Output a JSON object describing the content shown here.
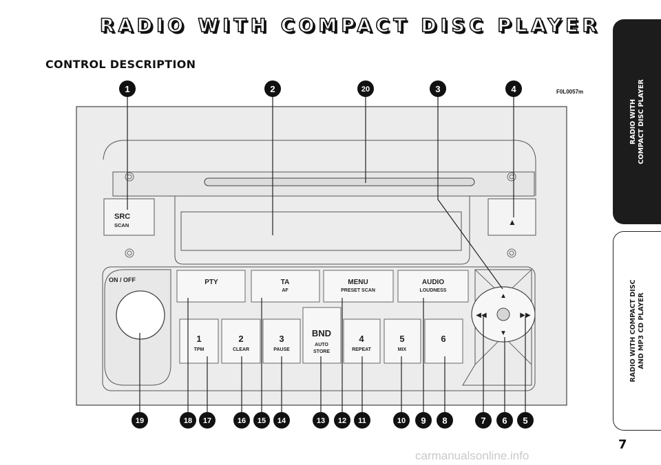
{
  "page": {
    "title": "RADIO WITH COMPACT DISC PLAYER",
    "section_heading": "CONTROL DESCRIPTION",
    "figure_code": "F0L0057m",
    "page_number": "7",
    "watermark": "carmanualsonline.info"
  },
  "side_tabs": [
    {
      "label": "RADIO WITH\nCOMPACT DISC PLAYER",
      "active": true
    },
    {
      "label": "RADIO WITH COMPACT DISC\nAND MP3 CD PLAYER",
      "active": false
    }
  ],
  "controls": {
    "src": {
      "main": "SRC",
      "sub": "SCAN"
    },
    "eject_symbol": "▲",
    "on_off": "ON / OFF",
    "pty": "PTY",
    "ta": {
      "main": "TA",
      "sub": "AF"
    },
    "menu": {
      "main": "MENU",
      "sub": "PRESET SCAN"
    },
    "audio": {
      "main": "AUDIO",
      "sub": "LOUDNESS"
    },
    "presets": [
      {
        "main": "1",
        "sub": "TPM"
      },
      {
        "main": "2",
        "sub": "CLEAR"
      },
      {
        "main": "3",
        "sub": "PAUSE"
      },
      {
        "main": "4",
        "sub": "REPEAT"
      },
      {
        "main": "5",
        "sub": "MIX"
      },
      {
        "main": "6",
        "sub": ""
      }
    ],
    "bnd": {
      "main": "BND",
      "sub1": "AUTO",
      "sub2": "STORE"
    },
    "arrows": {
      "up": "▲",
      "down": "▼",
      "left": "◀◀",
      "right": "▶▶"
    }
  },
  "callouts": {
    "top": [
      "1",
      "2",
      "20",
      "3",
      "4"
    ],
    "bottom": [
      "19",
      "18",
      "17",
      "16",
      "15",
      "14",
      "13",
      "12",
      "11",
      "10",
      "9",
      "8",
      "7",
      "6",
      "5"
    ]
  }
}
